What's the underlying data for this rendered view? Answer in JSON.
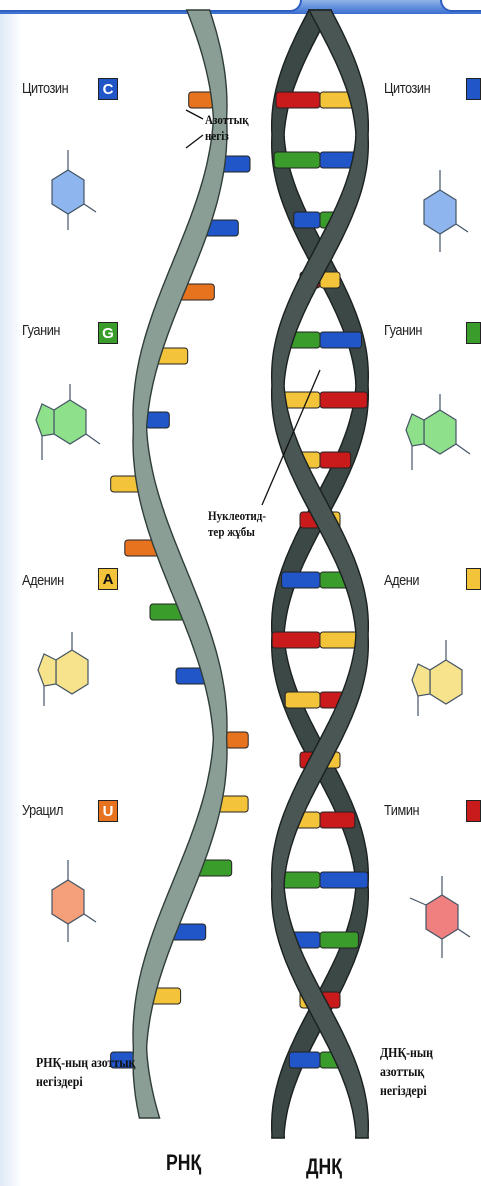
{
  "colors": {
    "cytosine": "#2156c9",
    "guanine": "#3a9c2b",
    "adenine": "#f3c43a",
    "uracil": "#e8731e",
    "thymine": "#c91b1b"
  },
  "left_bases": [
    {
      "name": "Цитозин",
      "letter": "C"
    },
    {
      "name": "Гуанин",
      "letter": "G"
    },
    {
      "name": "Аденин",
      "letter": "A"
    },
    {
      "name": "Урацил",
      "letter": "U"
    }
  ],
  "right_bases": [
    {
      "name": "Цитозин"
    },
    {
      "name": "Гуанин"
    },
    {
      "name": "Адени"
    },
    {
      "name": "Тимин"
    }
  ],
  "annotations": {
    "base_line1": "Азоттық",
    "base_line2": "негіз",
    "pair_line1": "Нуклеотид-",
    "pair_line2": "тер жұбы"
  },
  "captions": {
    "rna_line1": "РНҚ-ның азоттық",
    "rna_line2": "негіздері",
    "dna_line1": "ДНҚ-ның азоттық",
    "dna_line2": "негіздері"
  },
  "titles": {
    "rna": "РНҚ",
    "dna": "ДНҚ"
  },
  "rna_rungs": [
    "uracil",
    "cytosine",
    "cytosine",
    "uracil",
    "adenine",
    "cytosine",
    "adenine",
    "uracil",
    "guanine",
    "cytosine",
    "uracil",
    "adenine",
    "guanine",
    "cytosine",
    "adenine",
    "cytosine"
  ],
  "dna_rungs": [
    [
      "thymine",
      "adenine"
    ],
    [
      "guanine",
      "cytosine"
    ],
    [
      "cytosine",
      "guanine"
    ],
    [
      "thymine",
      "adenine"
    ],
    [
      "guanine",
      "cytosine"
    ],
    [
      "adenine",
      "thymine"
    ],
    [
      "adenine",
      "thymine"
    ],
    [
      "thymine",
      "adenine"
    ],
    [
      "cytosine",
      "guanine"
    ],
    [
      "thymine",
      "adenine"
    ],
    [
      "adenine",
      "thymine"
    ],
    [
      "thymine",
      "adenine"
    ],
    [
      "adenine",
      "thymine"
    ],
    [
      "guanine",
      "cytosine"
    ],
    [
      "cytosine",
      "guanine"
    ],
    [
      "adenine",
      "thymine"
    ],
    [
      "cytosine",
      "guanine"
    ]
  ]
}
